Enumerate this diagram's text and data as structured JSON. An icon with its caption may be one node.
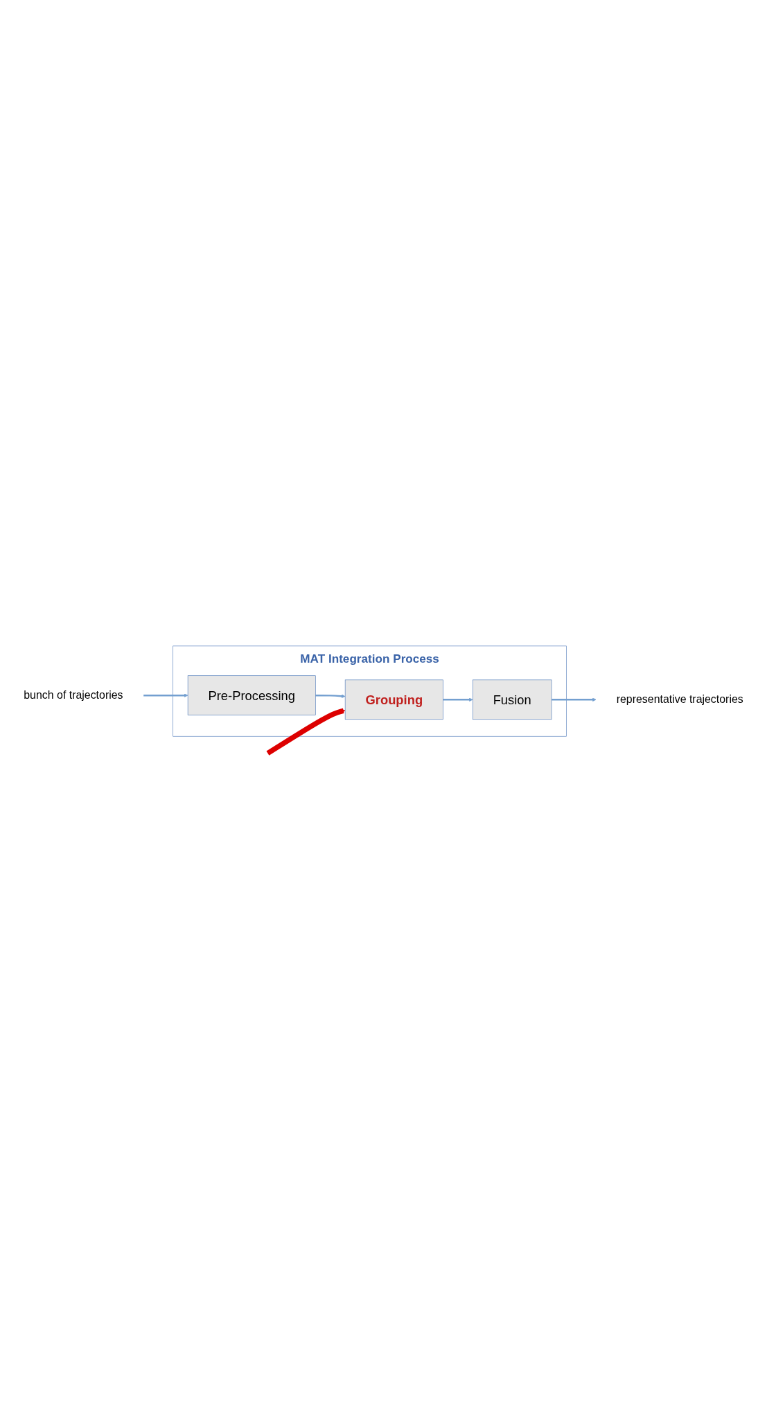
{
  "diagram": {
    "nodes": [
      {
        "text": [
          "bunch of trajectories"
        ]
      },
      {
        "text": [
          "MAT Integration Process"
        ]
      },
      {
        "text": [
          "Pre-Processing"
        ],
        "in": 1
      },
      {
        "text": [
          "Grouping"
        ],
        "in": 1
      },
      {
        "text": [
          "Fusion"
        ],
        "in": 1
      },
      {
        "text": [
          "representative trajectories"
        ]
      }
    ],
    "edges": [
      {
        "from": 0,
        "to": 2,
        "arrow": "to"
      },
      {
        "from": 2,
        "to": 3,
        "arrow": "to"
      },
      {
        "from": 3,
        "to": 4,
        "arrow": "to"
      },
      {
        "from": 4,
        "to": 5,
        "arrow": "to"
      },
      {
        "from": null,
        "to": 3,
        "arrow": "to",
        "style": "thick",
        "color": "#dd0000"
      }
    ]
  }
}
